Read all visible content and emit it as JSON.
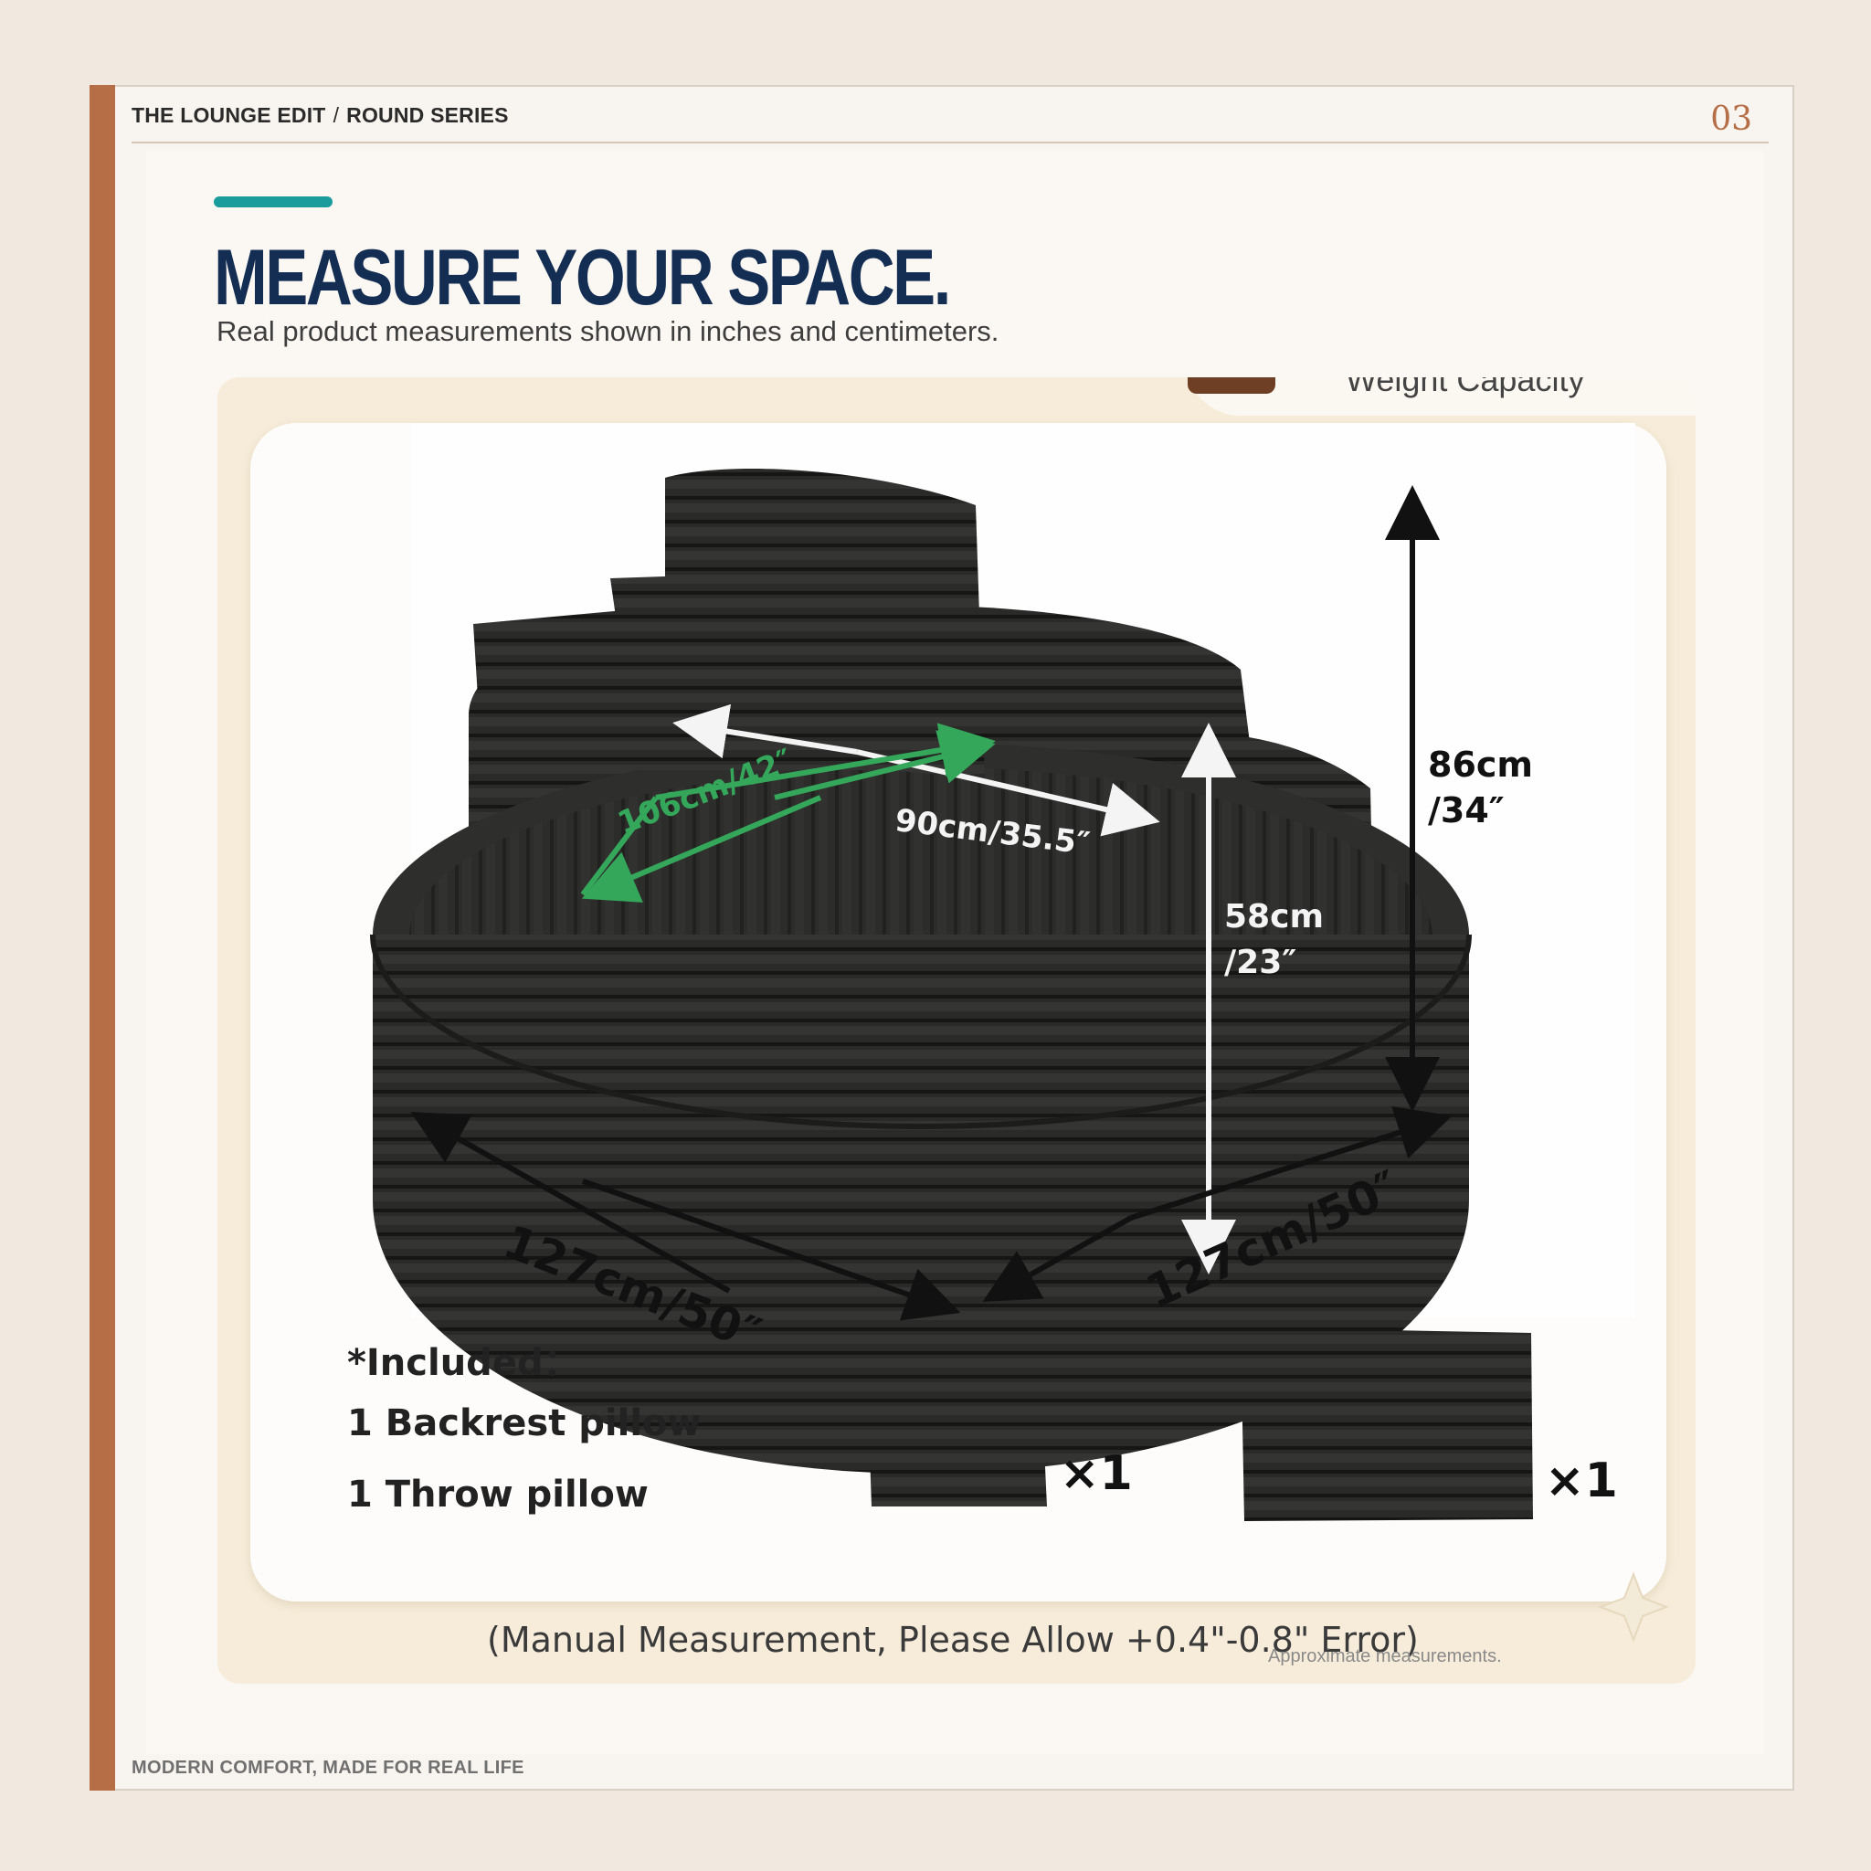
{
  "header": {
    "breadcrumb_primary": "THE LOUNGE EDIT",
    "breadcrumb_separator": "/",
    "breadcrumb_secondary": "ROUND SERIES",
    "page_number": "03"
  },
  "hero": {
    "title": "MEASURE YOUR SPACE.",
    "subtitle": "Real product measurements shown in inches and centimeters."
  },
  "product_image": {
    "peek_text": "Weight Capacity",
    "dimensions": {
      "diagonal_seat": "106cm/42″",
      "seat_width": "90cm/35.5″",
      "total_height_cm": "86cm",
      "total_height_in": "/34″",
      "seat_height_cm": "58cm",
      "seat_height_in": "/23″",
      "depth_left": "127cm/50″",
      "width_right": "127cm/50″"
    },
    "included": {
      "title": "*Included：",
      "items": [
        "1 Backrest pillow",
        "1 Throw pillow"
      ],
      "quantities": [
        "×1",
        "×1"
      ]
    },
    "manual_note": "(Manual Measurement, Please Allow +0.4\"-0.8\" Error)"
  },
  "caption": "Approximate measurements.",
  "footer": {
    "tagline": "MODERN COMFORT, MADE FOR REAL LIFE"
  },
  "colors": {
    "accent_bar": "#b56e45",
    "title_accent": "#1a9b9c",
    "title": "#142d52",
    "sofa": "#272725",
    "diagonal_arrow": "#35a75a"
  }
}
